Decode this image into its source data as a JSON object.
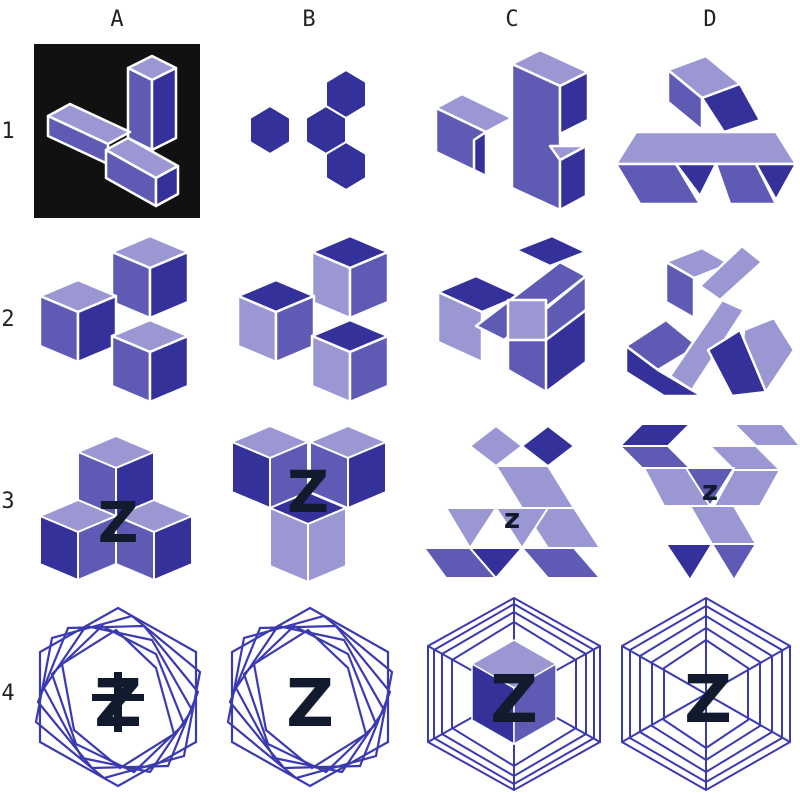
{
  "columns": [
    "A",
    "B",
    "C",
    "D"
  ],
  "rows": [
    "1",
    "2",
    "3",
    "4"
  ],
  "colors": {
    "light": "#9a97d3",
    "mid": "#5f5bb5",
    "dark": "#35319a",
    "panel_bg": "#111111",
    "line": "#3b3ab0",
    "z": "#121a2e"
  },
  "icons": {
    "z_letter": "Z",
    "z_letter_small": "z"
  }
}
